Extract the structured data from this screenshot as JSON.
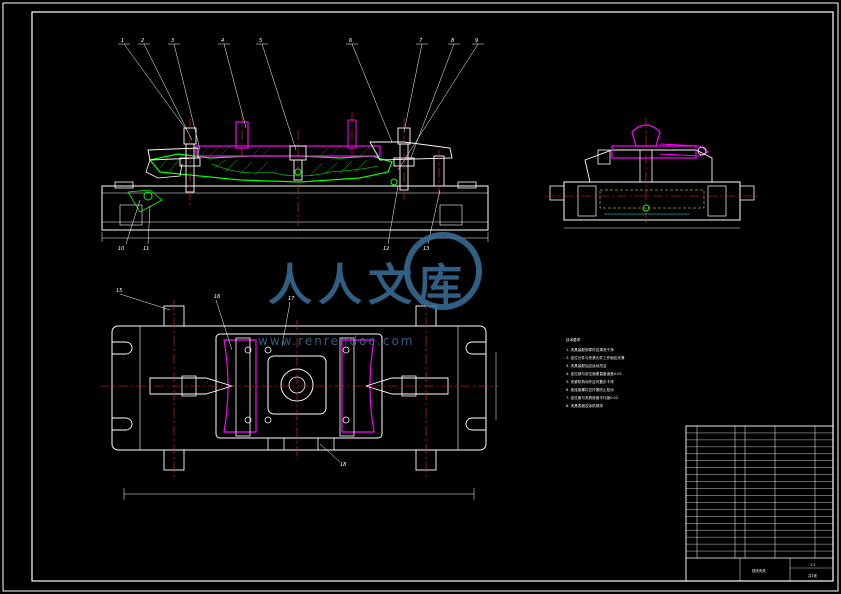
{
  "colors": {
    "background": "#000000",
    "outline": "#ffffff",
    "part_magenta": "#ff00ff",
    "part_green": "#00ff00",
    "centerline_red": "#ff2020",
    "hatch_yellow": "#ffff00",
    "dim_cyan": "#00ffff",
    "watermark_blue": "#3a6f9a"
  },
  "front_view_balloons": [
    "1",
    "2",
    "3",
    "4",
    "5",
    "6",
    "7",
    "8",
    "9"
  ],
  "front_view_lower_labels": [
    "10",
    "11",
    "12",
    "13"
  ],
  "plan_view_labels": [
    "15",
    "16",
    "17",
    "18"
  ],
  "watermark": {
    "text": "人人文库",
    "url": "www.renrendoc.com"
  },
  "notes": {
    "heading": "技术要求",
    "lines": [
      "1. 夹具装配前零件应清洗干净",
      "2. 定位元件与夹紧元件工作面应光滑",
      "3. 夹具装配后应运动灵活",
      "4. 定位销与定位面垂直度误差0.02",
      "5. 夹紧机构动作应可靠无卡滞",
      "6. 各连接螺钉应拧紧防止松动",
      "7. 定位面与夹具底面平行度0.02",
      "8. 夹具表面应涂防锈漆"
    ]
  },
  "title_block": {
    "title": "铣床夹具",
    "scale": "1:1",
    "sheet": "共1张"
  }
}
